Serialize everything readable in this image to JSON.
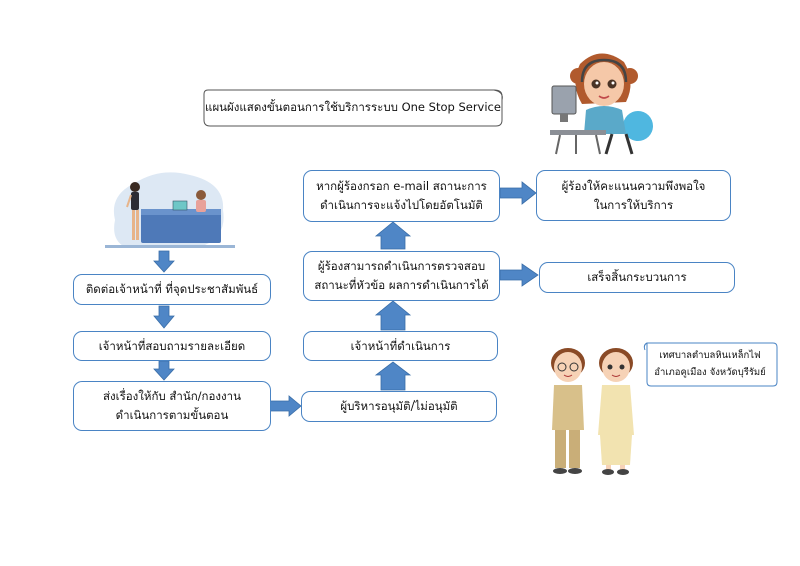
{
  "title": "แผนผังแสดงขั้นตอนการใช้บริการระบบ One Stop Service",
  "sign_lines": [
    "เทศบาลตำบลหินเหล็กไฟ",
    "อำเภอคูเมือง จังหวัดบุรีรัมย์"
  ],
  "steps": {
    "contact": "ติดต่อเจ้าหน้าที่ ที่จุดประชาสัมพันธ์",
    "inquire": "เจ้าหน้าที่สอบถามรายละเอียด",
    "forward": [
      "ส่งเรื่องให้กับ สำนัก/กองงาน",
      "ดำเนินการตามขั้นตอน"
    ],
    "approve": "ผู้บริหารอนุมัติ/ไม่อนุมัติ",
    "proceed": "เจ้าหน้าที่ดำเนินการ",
    "track": [
      "ผู้ร้องสามารถดำเนินการตรวจสอบ",
      "สถานะที่หัวข้อ ผลการดำเนินการได้"
    ],
    "email": [
      "หากผู้ร้องกรอก e-mail สถานะการ",
      "ดำเนินการจะแจ้งไปโดยอัตโนมัติ"
    ],
    "complete": "เสร็จสิ้นกระบวนการ",
    "rate": [
      "ผู้ร้องให้คะแนนความพึงพอใจ",
      "ในการให้บริการ"
    ]
  },
  "colors": {
    "box_border": "#4a84c4",
    "arrow": "#4f86c6",
    "arrow_dark": "#3a6ea8"
  },
  "icons": {
    "reception": "reception-desk-illustration",
    "operator": "call-center-agent-illustration",
    "officials": "thai-officials-illustration"
  }
}
